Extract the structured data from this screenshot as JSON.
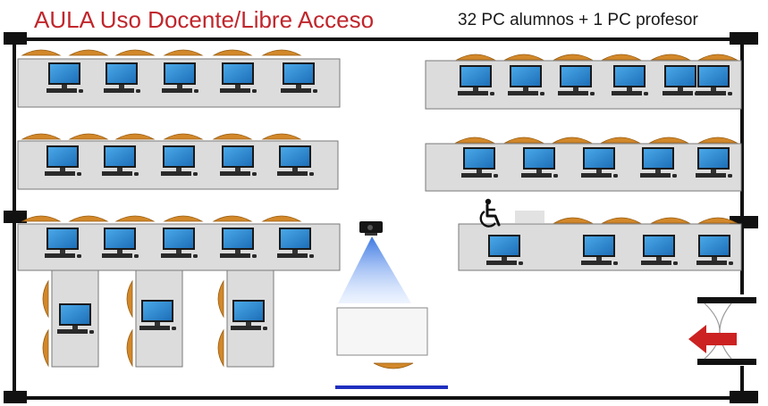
{
  "title": "AULA  Uso Docente/Libre Acceso",
  "subtitle": "32 PC alumnos + 1 PC profesor",
  "colors": {
    "title": "#c0262c",
    "wall": "#111111",
    "desk": "#dcdcdc",
    "chair": "#d2882a",
    "monitor_screen": "#2e8fd6",
    "projector_beam": "#5b8fe8",
    "whiteboard": "#1f2fbf",
    "exit_arrow": "#cc2222"
  },
  "icons": [
    "computer-icon",
    "chair-icon",
    "wheelchair-icon",
    "projector-icon",
    "exit-arrow-icon"
  ],
  "summary": {
    "student_pcs": 32,
    "teacher_pcs": 1
  }
}
